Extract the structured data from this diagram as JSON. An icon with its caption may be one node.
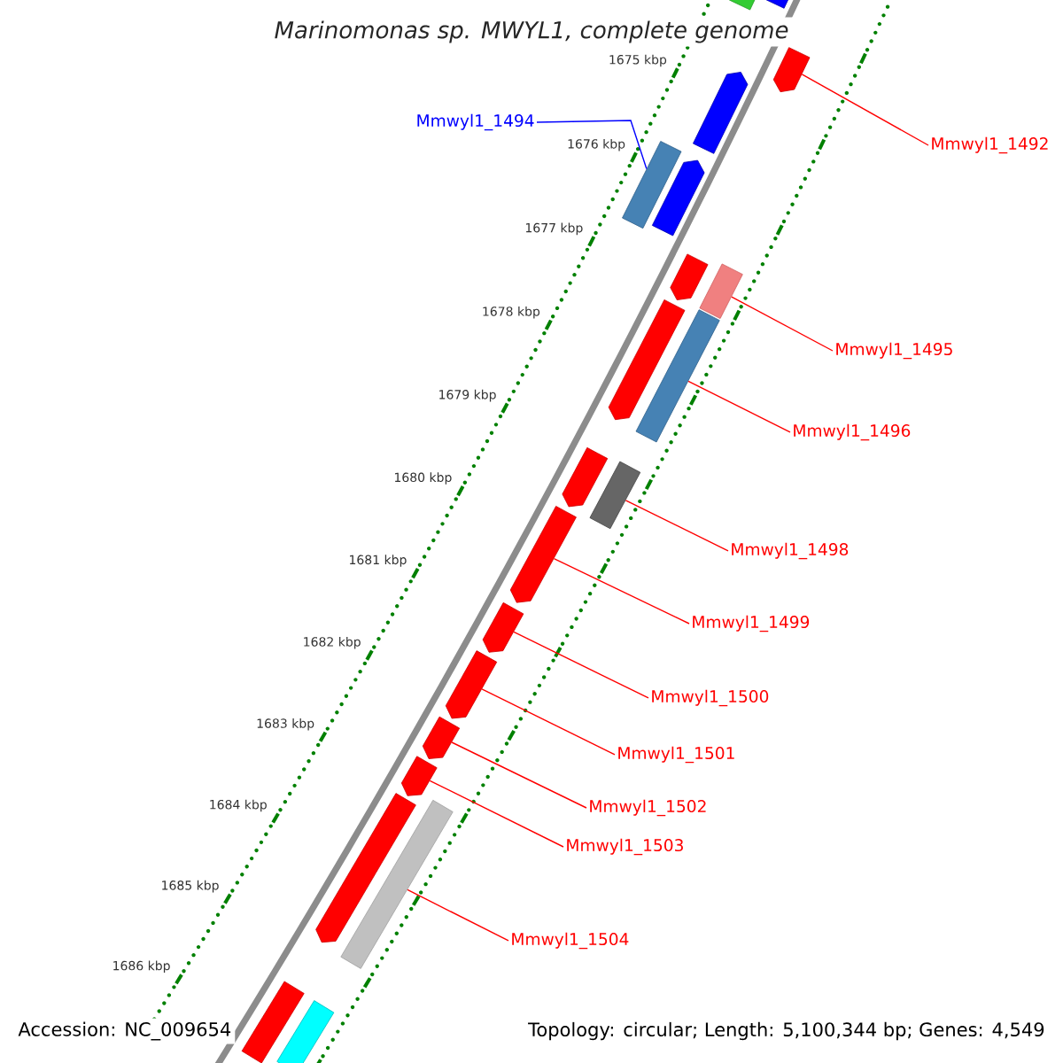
{
  "diagram": {
    "title": "Marinomonas sp. MWYL1, complete genome",
    "nodes": [
      {
        "text": [
          "Mmwyl1_1494"
        ]
      },
      {
        "text": [
          "Mmwyl1_1492"
        ]
      },
      {
        "text": [
          "Mmwyl1_1495"
        ]
      },
      {
        "text": [
          "Mmwyl1_1496"
        ]
      },
      {
        "text": [
          "Mmwyl1_1498"
        ]
      },
      {
        "text": [
          "Mmwyl1_1499"
        ]
      },
      {
        "text": [
          "Mmwyl1_1500"
        ]
      },
      {
        "text": [
          "Mmwyl1_1501"
        ]
      },
      {
        "text": [
          "Mmwyl1_1502"
        ]
      },
      {
        "text": [
          "Mmwyl1_1503"
        ]
      },
      {
        "text": [
          "Mmwyl1_1504"
        ]
      },
      {
        "text": [],
        "shape": "bar"
      },
      {
        "text": [],
        "shape": "bar"
      },
      {
        "text": [],
        "shape": "pentagon"
      },
      {
        "text": [],
        "shape": "pentagon"
      },
      {
        "text": [],
        "shape": "bar"
      },
      {
        "text": [],
        "shape": "pentagon"
      },
      {
        "text": [],
        "shape": "pentagon"
      },
      {
        "text": [],
        "shape": "bar"
      },
      {
        "text": [],
        "shape": "pentagon"
      },
      {
        "text": [],
        "shape": "bar"
      },
      {
        "text": [],
        "shape": "pentagon"
      },
      {
        "text": [],
        "shape": "bar"
      },
      {
        "text": [],
        "shape": "pentagon"
      },
      {
        "text": [],
        "shape": "pentagon"
      },
      {
        "text": [],
        "shape": "pentagon"
      },
      {
        "text": [],
        "shape": "pentagon"
      },
      {
        "text": [],
        "shape": "pentagon"
      },
      {
        "text": [],
        "shape": "pentagon"
      },
      {
        "text": [],
        "shape": "bar"
      },
      {
        "text": [],
        "shape": "bar"
      },
      {
        "text": [],
        "shape": "bar"
      }
    ],
    "edges": [
      {
        "from": 0,
        "to": 15,
        "arrow": "none",
        "color": "#0000ff"
      },
      {
        "from": 1,
        "to": 13,
        "arrow": "none"
      },
      {
        "from": 2,
        "to": 18,
        "arrow": "none"
      },
      {
        "from": 3,
        "to": 20,
        "arrow": "none"
      },
      {
        "from": 4,
        "to": 22,
        "arrow": "none"
      },
      {
        "from": 5,
        "to": 23,
        "arrow": "none"
      },
      {
        "from": 6,
        "to": 24,
        "arrow": "none"
      },
      {
        "from": 7,
        "to": 25,
        "arrow": "none"
      },
      {
        "from": 8,
        "to": 26,
        "arrow": "none"
      },
      {
        "from": 9,
        "to": 27,
        "arrow": "none"
      },
      {
        "from": 10,
        "to": 29,
        "arrow": "none"
      }
    ],
    "labels": [
      "1675 kbp",
      "1676 kbp",
      "1677 kbp",
      "1678 kbp",
      "1679 kbp",
      "1680 kbp",
      "1681 kbp",
      "1682 kbp",
      "1683 kbp",
      "1684 kbp",
      "1685 kbp",
      "1686 kbp",
      "Accession: NC_009654",
      "Topology: circular; Length: 5,100,344 bp; Genes: 4,549"
    ]
  }
}
